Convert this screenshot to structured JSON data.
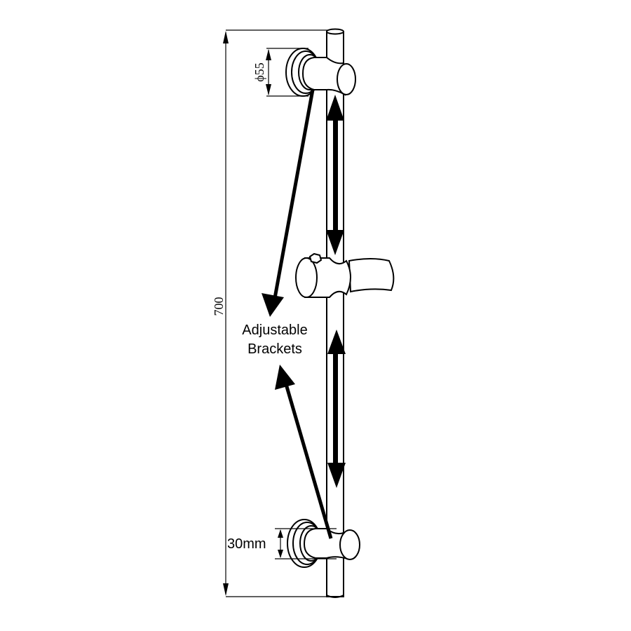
{
  "diagram": {
    "dimensions": {
      "overall_length": "700",
      "bracket_diameter": "ϕ55",
      "bracket_offset": "30mm"
    },
    "callout": {
      "line1": "Adjustable",
      "line2": "Brackets"
    },
    "colors": {
      "stroke": "#000000",
      "background": "#ffffff"
    }
  }
}
